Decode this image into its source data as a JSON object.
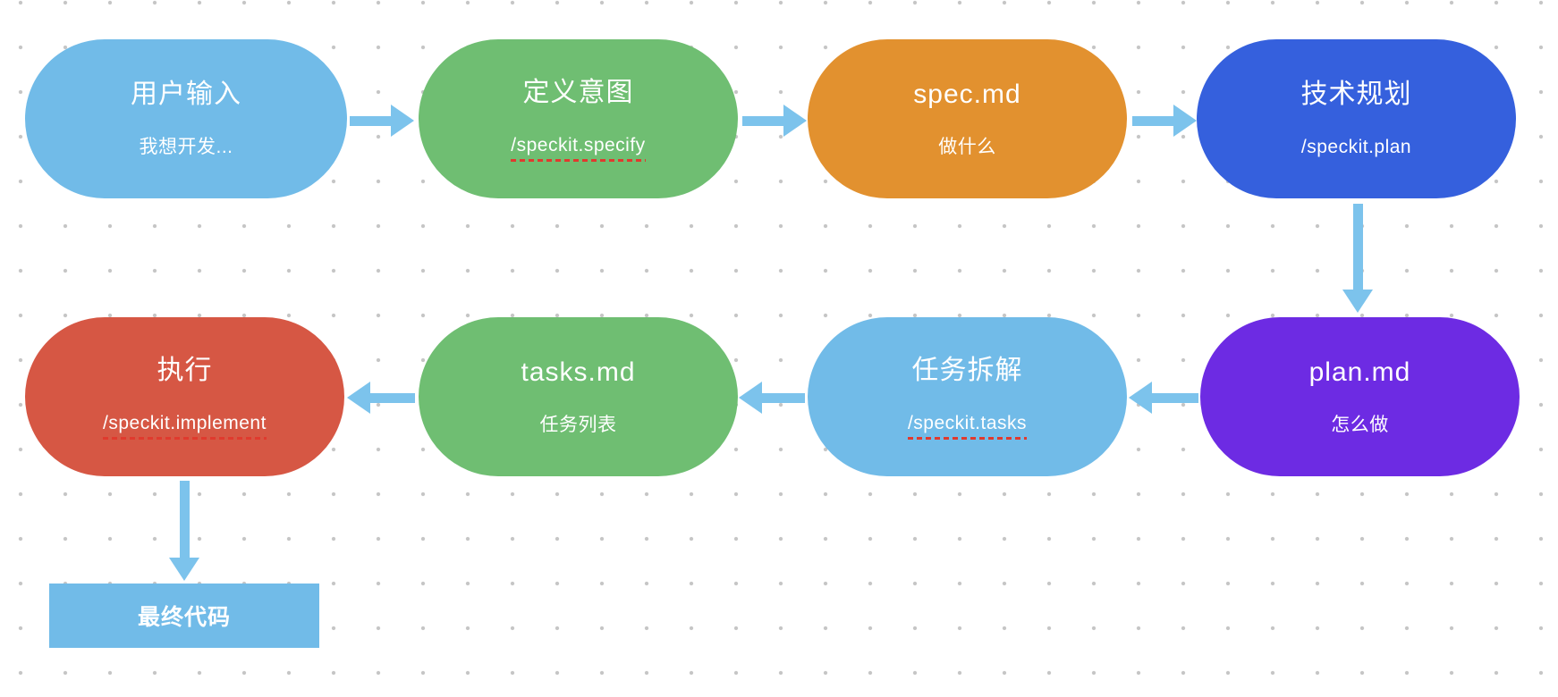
{
  "canvas": {
    "background": "#ffffff",
    "dot_color": "#c5c5c5"
  },
  "colors": {
    "arrow": "#7cc3ec",
    "misspell_underline": "#e03a2e",
    "light_blue": "#71bbe8",
    "green": "#6fbe72",
    "orange": "#e2912f",
    "royal_blue": "#3560dd",
    "purple": "#6d2be3",
    "red": "#d65744"
  },
  "nodes": [
    {
      "id": "user-input",
      "title": "用户输入",
      "subtitle": "我想开发...",
      "color": "#71bbe8",
      "misspelled": false
    },
    {
      "id": "define-intent",
      "title": "定义意图",
      "subtitle": "/speckit.specify",
      "color": "#6fbe72",
      "misspelled": true
    },
    {
      "id": "spec-md",
      "title": "spec.md",
      "subtitle": "做什么",
      "color": "#e2912f",
      "misspelled": false
    },
    {
      "id": "tech-plan",
      "title": "技术规划",
      "subtitle": "/speckit.plan",
      "color": "#3560dd",
      "misspelled": false
    },
    {
      "id": "plan-md",
      "title": "plan.md",
      "subtitle": "怎么做",
      "color": "#6d2be3",
      "misspelled": false
    },
    {
      "id": "task-breakdown",
      "title": "任务拆解",
      "subtitle": "/speckit.tasks",
      "color": "#71bbe8",
      "misspelled": true
    },
    {
      "id": "tasks-md",
      "title": "tasks.md",
      "subtitle": "任务列表",
      "color": "#6fbe72",
      "misspelled": false
    },
    {
      "id": "execute",
      "title": "执行",
      "subtitle": "/speckit.implement",
      "color": "#d65744",
      "misspelled": true
    }
  ],
  "final_node": {
    "id": "final-code",
    "label": "最终代码",
    "color": "#71bbe8"
  },
  "edges": [
    {
      "from": "user-input",
      "to": "define-intent",
      "direction": "right"
    },
    {
      "from": "define-intent",
      "to": "spec-md",
      "direction": "right"
    },
    {
      "from": "spec-md",
      "to": "tech-plan",
      "direction": "right"
    },
    {
      "from": "tech-plan",
      "to": "plan-md",
      "direction": "down"
    },
    {
      "from": "plan-md",
      "to": "task-breakdown",
      "direction": "left"
    },
    {
      "from": "task-breakdown",
      "to": "tasks-md",
      "direction": "left"
    },
    {
      "from": "tasks-md",
      "to": "execute",
      "direction": "left"
    },
    {
      "from": "execute",
      "to": "final-code",
      "direction": "down"
    }
  ]
}
